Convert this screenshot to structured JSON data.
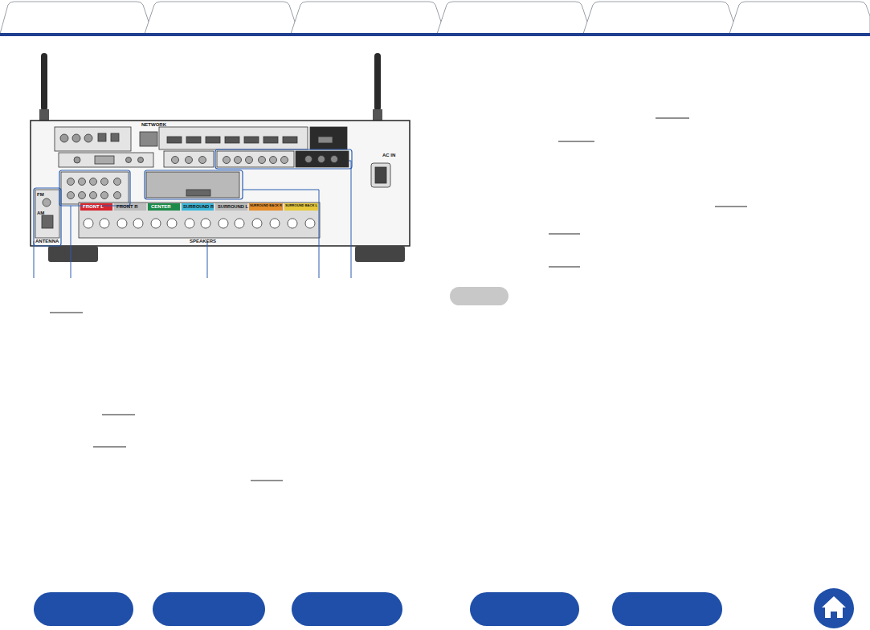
{
  "diagram": {
    "labels": [
      "NETWORK",
      "AC IN",
      "FM",
      "AM",
      "ANTENNA",
      "FRONT L",
      "FRONT R",
      "CENTER",
      "SURROUND R",
      "SURROUND L",
      "SURROUND BACK R",
      "SURROUND BACK L",
      "SPEAKERS"
    ]
  }
}
